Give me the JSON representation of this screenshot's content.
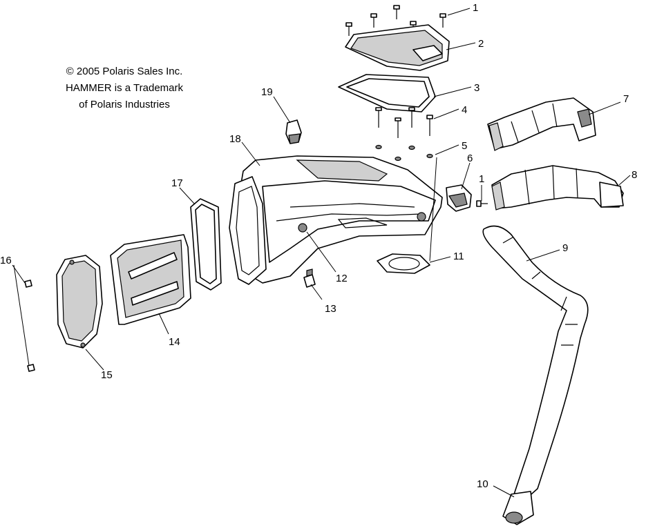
{
  "copyright": {
    "line1": "© 2005 Polaris Sales Inc.",
    "line2": "HAMMER is a Trademark",
    "line3": "of Polaris Industries"
  },
  "callouts": {
    "c1a": "1",
    "c1b": "1",
    "c2": "2",
    "c3": "3",
    "c4": "4",
    "c5": "5",
    "c6": "6",
    "c7": "7",
    "c8": "8",
    "c9": "9",
    "c10": "10",
    "c11": "11",
    "c12": "12",
    "c13": "13",
    "c14": "14",
    "c15": "15",
    "c16": "16",
    "c17": "17",
    "c18": "18",
    "c19": "19"
  }
}
